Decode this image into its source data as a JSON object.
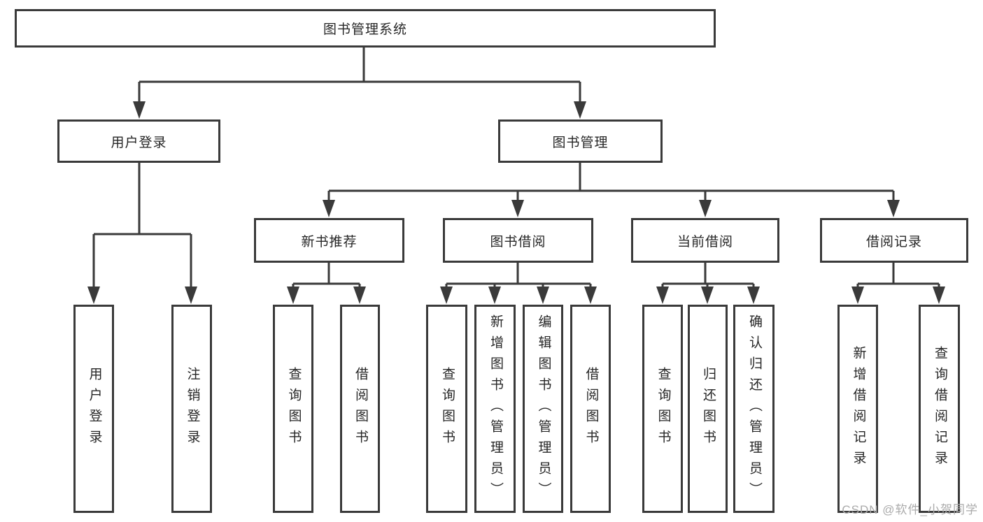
{
  "tree": {
    "label": "图书管理系统",
    "children": [
      {
        "label": "用户登录",
        "children": [
          {
            "label": "用户登录"
          },
          {
            "label": "注销登录"
          }
        ]
      },
      {
        "label": "图书管理",
        "children": [
          {
            "label": "新书推荐",
            "children": [
              {
                "label": "查询图书"
              },
              {
                "label": "借阅图书"
              }
            ]
          },
          {
            "label": "图书借阅",
            "children": [
              {
                "label": "查询图书"
              },
              {
                "label": "新增图书（管理员）"
              },
              {
                "label": "编辑图书（管理员）"
              },
              {
                "label": "借阅图书"
              }
            ]
          },
          {
            "label": "当前借阅",
            "children": [
              {
                "label": "查询图书"
              },
              {
                "label": "归还图书"
              },
              {
                "label": "确认归还（管理员）"
              }
            ]
          },
          {
            "label": "借阅记录",
            "children": [
              {
                "label": "新增借阅记录"
              },
              {
                "label": "查询借阅记录"
              }
            ]
          }
        ]
      }
    ]
  },
  "watermark": "CSDN @软件_小贺同学",
  "colors": {
    "line": "#3a3a3a",
    "text": "#262626",
    "background": "#ffffff",
    "watermark": "#ababab"
  }
}
